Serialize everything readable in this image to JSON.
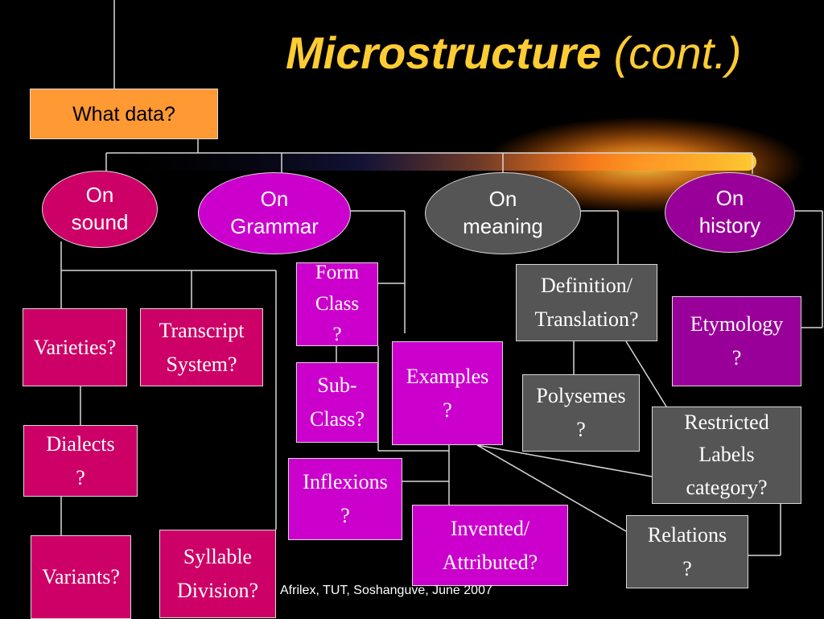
{
  "title": {
    "main": "Microstructure",
    "sub": "(cont.)"
  },
  "footer": "Afrilex, TUT, Soshanguve, June 2007",
  "root": "What data?",
  "categories": {
    "sound": "On\nsound",
    "grammar": "On\nGrammar",
    "meaning": "On\nmeaning",
    "history": "On\nhistory"
  },
  "nodes": {
    "varieties": "Varieties?",
    "transcript_system": "Transcript\nSystem?",
    "dialects": "Dialects\n?",
    "variants": "Variants?",
    "syllable_division": "Syllable\nDivision?",
    "form_class": "Form\nClass\n?",
    "sub_class": "Sub-\nClass?",
    "inflexions": "Inflexions\n?",
    "examples": "Examples\n?",
    "invented_attributed": "Invented/\nAttributed?",
    "definition_translation": "Definition/\nTranslation?",
    "polysemes": "Polysemes\n?",
    "restricted_labels": "Restricted\nLabels\ncategory?",
    "relations": "Relations\n?",
    "etymology": "Etymology\n?"
  },
  "colors": {
    "background": "#000000",
    "title": "#ffcc33",
    "root": "#ff9933",
    "pink": "#cc0066",
    "magenta": "#cc00cc",
    "purple": "#990099",
    "gray": "#555555",
    "connector": "#d8d8d8"
  }
}
